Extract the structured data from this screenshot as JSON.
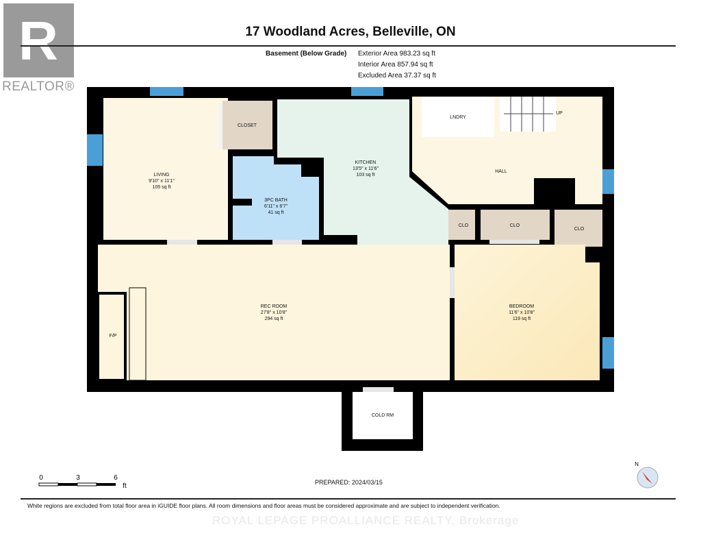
{
  "logo": {
    "text": "REALTOR®",
    "glyph": "R"
  },
  "title": "17 Woodland Acres, Belleville, ON",
  "floor": {
    "label": "Basement (Below Grade)",
    "exterior": "Exterior Area 983.23 sq ft",
    "interior": "Interior Area 857.94 sq ft",
    "excluded": "Excluded Area 37.37 sq ft"
  },
  "rooms": {
    "living": {
      "name": "LIVING",
      "dims": "9'10\" x 11'1\"",
      "area": "105 sq ft"
    },
    "closet": {
      "name": "CLOSET"
    },
    "bath": {
      "name": "3PC BATH",
      "dims": "6'11\" x 6'7\"",
      "area": "41 sq ft"
    },
    "kitchen": {
      "name": "KITCHEN",
      "dims": "13'5\" x 11'6\"",
      "area": "103 sq ft"
    },
    "lndry": {
      "name": "LNDRY"
    },
    "hall": {
      "name": "HALL"
    },
    "up": {
      "name": "UP"
    },
    "clo1": {
      "name": "CLO"
    },
    "clo2": {
      "name": "CLO"
    },
    "clo3": {
      "name": "CLO"
    },
    "rec": {
      "name": "REC ROOM",
      "dims": "27'8\" x 10'8\"",
      "area": "294 sq ft"
    },
    "fp": {
      "name": "F/P"
    },
    "bedroom": {
      "name": "BEDROOM",
      "dims": "11'6\" x 10'8\"",
      "area": "119 sq ft"
    },
    "cold": {
      "name": "COLD RM"
    }
  },
  "colors": {
    "wall": "#000000",
    "window": "#4a9fd8",
    "living": "#fdf6e3",
    "bath": "#bfe1f8",
    "kitchen": "#e5f3ec",
    "closet": "#e2d7c7",
    "bedroom": "#fcefc8"
  },
  "scale": {
    "ticks": [
      "0",
      "3",
      "6"
    ],
    "unit": "ft"
  },
  "compass": {
    "label": "N"
  },
  "prepared": "PREPARED: 2024/03/15",
  "watermark": "ROYAL LEPAGE PROALLIANCE REALTY, Brokerage",
  "disclaimer": "White regions are excluded from total floor area in iGUIDE floor plans. All room dimensions and floor areas must be considered approximate and are subject to independent verification."
}
